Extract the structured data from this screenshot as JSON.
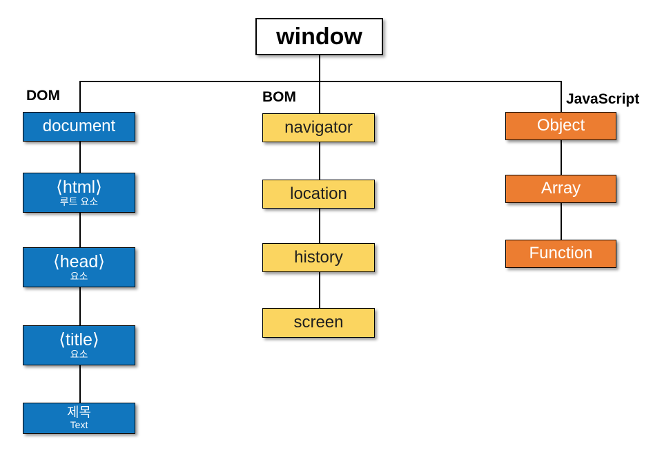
{
  "root": {
    "label": "window"
  },
  "colors": {
    "dom_fill": "#1176BE",
    "dom_text": "#FFFFFF",
    "bom_fill": "#FBD560",
    "bom_text": "#1F1F1F",
    "js_fill": "#EC7D31",
    "js_text": "#FFFFFF",
    "line": "#000000",
    "root_fill": "#FFFFFF"
  },
  "branches": [
    {
      "label": "DOM",
      "nodes": [
        {
          "main": "document",
          "sub": ""
        },
        {
          "main": "⟨html⟩",
          "sub": "루트 요소"
        },
        {
          "main": "⟨head⟩",
          "sub": "요소"
        },
        {
          "main": "⟨title⟩",
          "sub": "요소"
        },
        {
          "main": "제목",
          "sub": "Text"
        }
      ]
    },
    {
      "label": "BOM",
      "nodes": [
        {
          "main": "navigator"
        },
        {
          "main": "location"
        },
        {
          "main": "history"
        },
        {
          "main": "screen"
        }
      ]
    },
    {
      "label": "JavaScript",
      "nodes": [
        {
          "main": "Object"
        },
        {
          "main": "Array"
        },
        {
          "main": "Function"
        }
      ]
    }
  ]
}
